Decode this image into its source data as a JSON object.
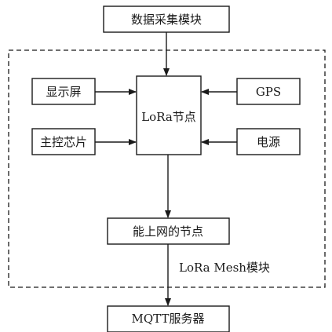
{
  "diagram": {
    "data_collection_module": "数据采集模块",
    "display": "显示屏",
    "main_chip": "主控芯片",
    "lora_node": "LoRa节点",
    "gps": "GPS",
    "power": "电源",
    "internet_node": "能上网的节点",
    "mesh_module_label": "LoRa Mesh模块",
    "mqtt_server": "MQTT服务器"
  }
}
